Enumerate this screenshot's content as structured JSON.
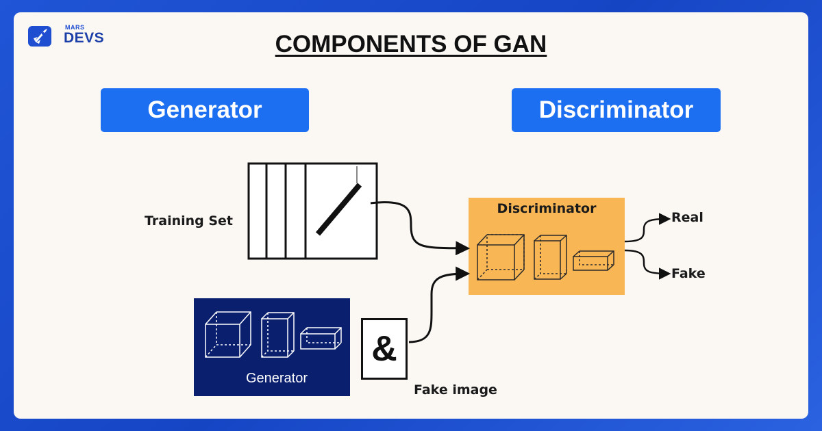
{
  "logo": {
    "small_text": "MARS",
    "big_text": "DEVS",
    "icon": "rocket-icon"
  },
  "title": "COMPONENTS OF GAN",
  "headers": {
    "generator": "Generator",
    "discriminator": "Discriminator"
  },
  "labels": {
    "training_set": "Training Set",
    "discriminator_block": "Discriminator",
    "generator_block": "Generator",
    "ampersand": "&",
    "fake_image": "Fake image",
    "real_output": "Real",
    "fake_output": "Fake"
  },
  "colors": {
    "background": "#1f55d6",
    "card": "#fbf8f4",
    "pill": "#1c6ff1",
    "discriminator_block": "#f8b655",
    "generator_block": "#0a1f6e"
  }
}
